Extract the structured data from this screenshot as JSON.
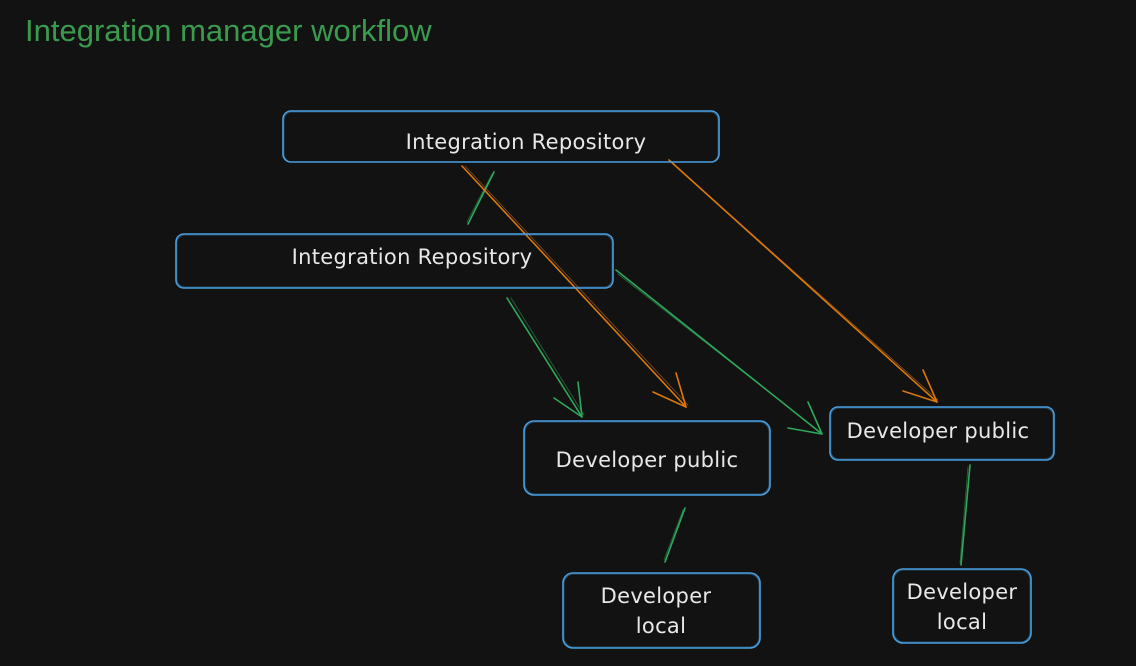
{
  "title": "Integration manager workflow",
  "colors": {
    "background": "#121212",
    "title": "#3a9a4e",
    "node_border": "#4a9fe0",
    "node_text": "#e8e8e8",
    "green_edge": "#2fa85c",
    "orange_edge": "#d9780f"
  },
  "nodes": {
    "integration_repo_blessed": {
      "label": "Integration Repository"
    },
    "integration_repo": {
      "label": "Integration Repository"
    },
    "developer_public_1": {
      "label": "Developer public"
    },
    "developer_public_2": {
      "label": "Developer public"
    },
    "developer_local_1": {
      "label_line1": "Developer",
      "label_line2": "local"
    },
    "developer_local_2": {
      "label_line1": "Developer",
      "label_line2": "local"
    }
  }
}
